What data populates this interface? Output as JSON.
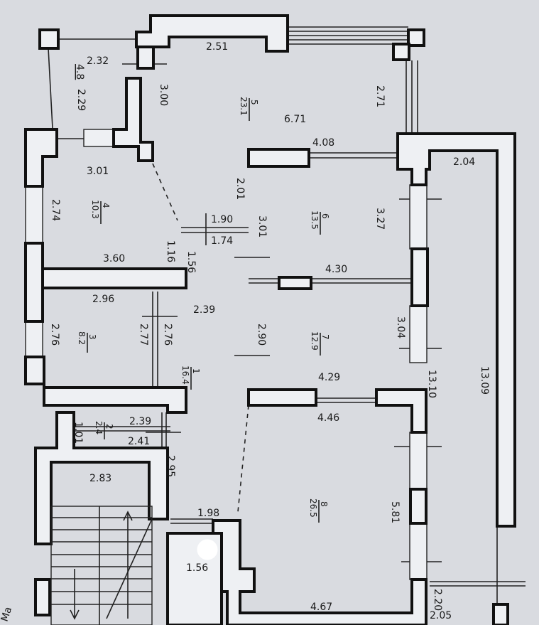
{
  "plan": {
    "paper_color": "#d9dbe0",
    "ink_color": "#111111",
    "dimensions": [
      {
        "id": "d-251",
        "text": "2.51"
      },
      {
        "id": "d-232",
        "text": "2.32"
      },
      {
        "id": "d-48",
        "text": "4.8"
      },
      {
        "id": "d-229",
        "text": "2.29"
      },
      {
        "id": "d-300",
        "text": "3.00"
      },
      {
        "id": "d-671",
        "text": "6.71"
      },
      {
        "id": "d-271",
        "text": "2.71"
      },
      {
        "id": "d-408",
        "text": "4.08"
      },
      {
        "id": "d-204",
        "text": "2.04"
      },
      {
        "id": "d-301",
        "text": "3.01"
      },
      {
        "id": "d-274",
        "text": "2.74"
      },
      {
        "id": "d-201",
        "text": "2.01"
      },
      {
        "id": "d-190",
        "text": "1.90"
      },
      {
        "id": "d-174",
        "text": "1.74"
      },
      {
        "id": "d-116",
        "text": "1.16"
      },
      {
        "id": "d-156",
        "text": "1.56"
      },
      {
        "id": "d-360",
        "text": "3.60"
      },
      {
        "id": "d-301b",
        "text": "3.01"
      },
      {
        "id": "d-327",
        "text": "3.27"
      },
      {
        "id": "d-430",
        "text": "4.30"
      },
      {
        "id": "d-296",
        "text": "2.96"
      },
      {
        "id": "d-239",
        "text": "2.39"
      },
      {
        "id": "d-276",
        "text": "2.76"
      },
      {
        "id": "d-277",
        "text": "2.77"
      },
      {
        "id": "d-276b",
        "text": "2.76"
      },
      {
        "id": "d-290",
        "text": "2.90"
      },
      {
        "id": "d-304",
        "text": "3.04"
      },
      {
        "id": "d-429",
        "text": "4.29"
      },
      {
        "id": "d-1310",
        "text": "13.10"
      },
      {
        "id": "d-1309",
        "text": "13.09"
      },
      {
        "id": "d-446",
        "text": "4.46"
      },
      {
        "id": "d-239b",
        "text": "2.39"
      },
      {
        "id": "d-101",
        "text": "1.01"
      },
      {
        "id": "d-241",
        "text": "2.41"
      },
      {
        "id": "d-295",
        "text": "2.95"
      },
      {
        "id": "d-283",
        "text": "2.83"
      },
      {
        "id": "d-198",
        "text": "1.98"
      },
      {
        "id": "d-581",
        "text": "5.81"
      },
      {
        "id": "d-156b",
        "text": "1.56"
      },
      {
        "id": "d-467",
        "text": "4.67"
      },
      {
        "id": "d-205",
        "text": "2.05"
      },
      {
        "id": "d-220",
        "text": "2.20"
      },
      {
        "id": "d-ma",
        "text": "Ма"
      }
    ],
    "rooms": [
      {
        "no": "5",
        "area": "23.1"
      },
      {
        "no": "4",
        "area": "10.3"
      },
      {
        "no": "6",
        "area": "13.5"
      },
      {
        "no": "3",
        "area": "8.2"
      },
      {
        "no": "7",
        "area": "12.9"
      },
      {
        "no": "1",
        "area": "16.4"
      },
      {
        "no": "2",
        "area": "2.4"
      },
      {
        "no": "8",
        "area": "26.5"
      }
    ]
  }
}
